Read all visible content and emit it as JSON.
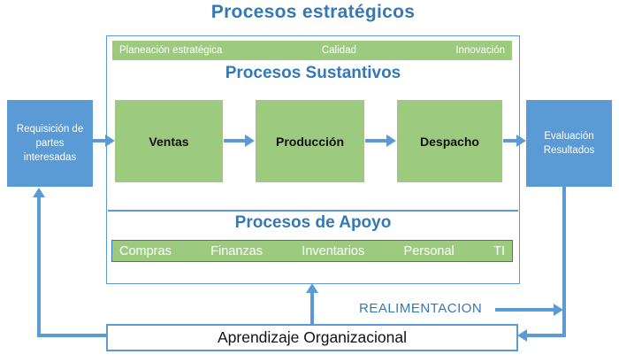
{
  "title": "Procesos estratégicos",
  "colors": {
    "blue": "#5B9BD5",
    "green": "#9CCA7F",
    "heading_blue": "#3379B8"
  },
  "strategic_strip": {
    "items": [
      "Planeación estratégica",
      "Calidad",
      "Innovación"
    ]
  },
  "sustantivos": {
    "heading": "Procesos Sustantivos",
    "boxes": [
      "Ventas",
      "Producción",
      "Despacho"
    ]
  },
  "apoyo": {
    "heading": "Procesos de Apoyo",
    "items": [
      "Compras",
      "Finanzas",
      "Inventarios",
      "Personal",
      "TI"
    ]
  },
  "left_box": "Requisición de partes interesadas",
  "right_box": "Evaluación Resultados",
  "feedback_label": "REALIMENTACION",
  "bottom_box": "Aprendizaje Organizacional"
}
